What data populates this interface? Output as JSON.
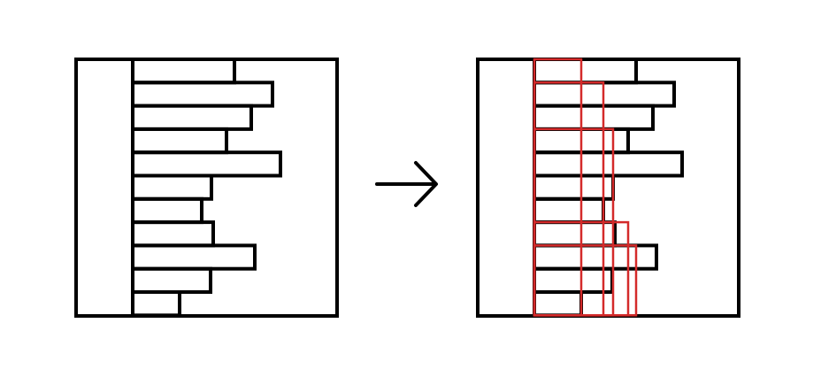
{
  "colors": {
    "background": "#ffffff",
    "ink": "#000000",
    "highlight": "#d42a2a"
  },
  "before_panel": {
    "icon": "stacked-bars",
    "bar_lengths": [
      115,
      158,
      134,
      106,
      167,
      89,
      78,
      91,
      138,
      88,
      53
    ]
  },
  "transition": {
    "icon": "right-arrow-icon"
  },
  "after_panel": {
    "icon": "stacked-bars-with-rectangles",
    "bar_lengths": [
      115,
      158,
      134,
      106,
      167,
      89,
      78,
      91,
      138,
      88,
      53
    ],
    "highlight_boxes": [
      {
        "bars_covered": 11,
        "width_value": 53
      },
      {
        "bars_covered": 10,
        "width_value": 78
      },
      {
        "bars_covered": 8,
        "width_value": 89
      },
      {
        "bars_covered": 4,
        "width_value": 106
      },
      {
        "bars_covered": 3,
        "width_value": 115
      }
    ]
  }
}
